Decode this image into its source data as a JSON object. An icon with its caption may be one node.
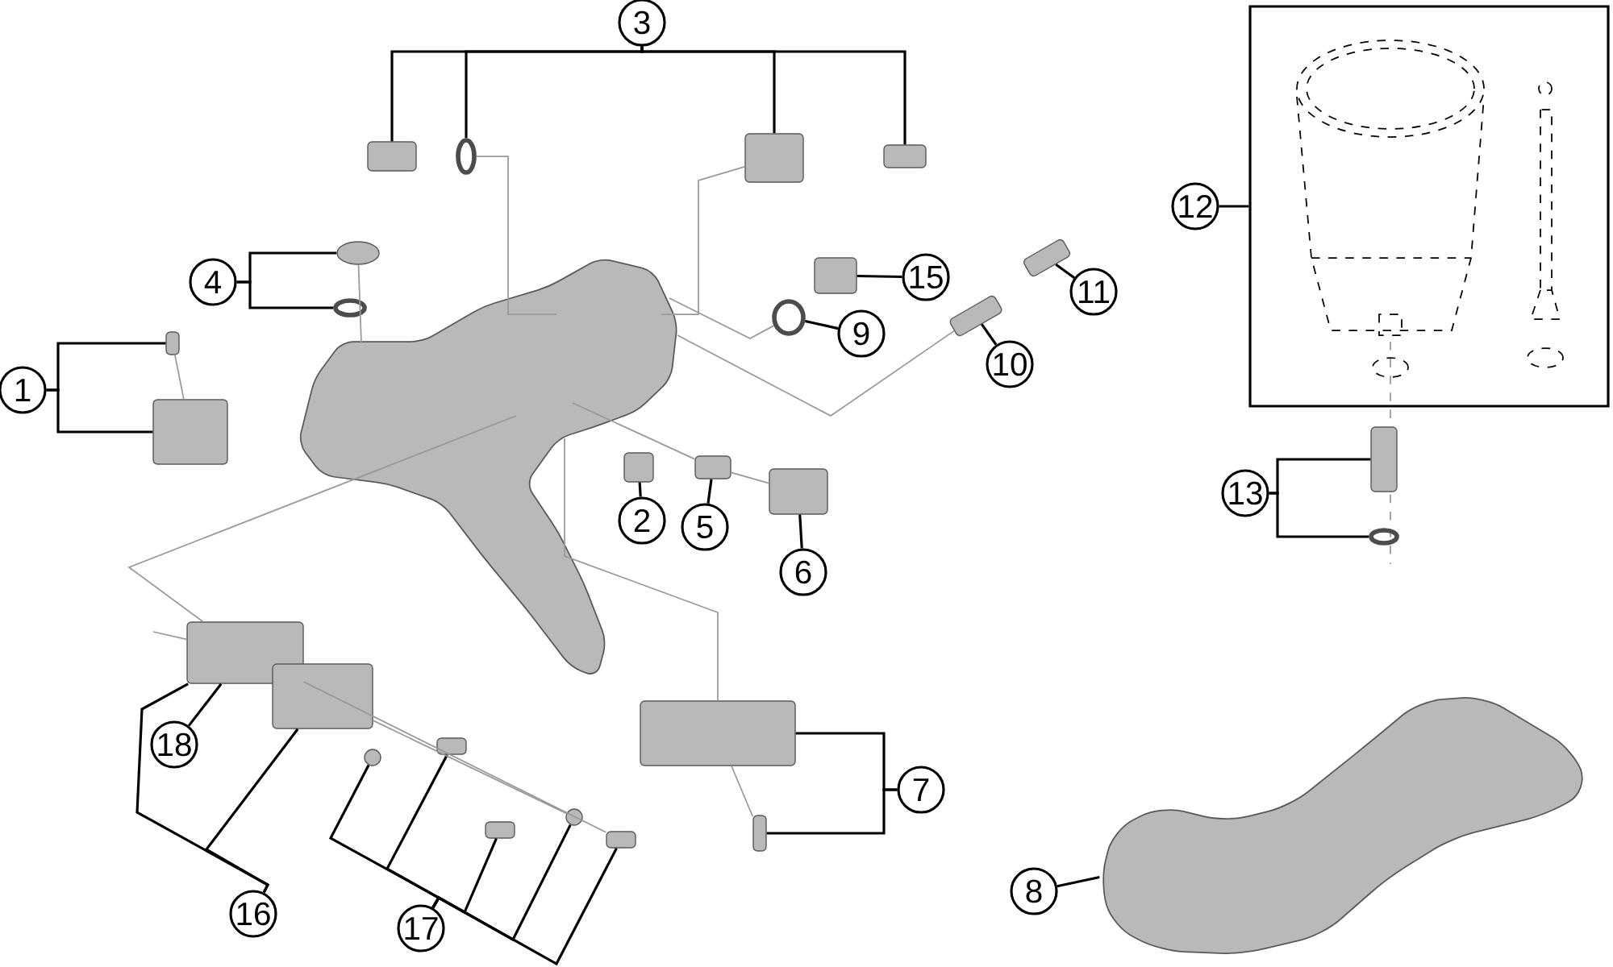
{
  "diagram": {
    "nodes": [
      {
        "text": [
          "3"
        ]
      },
      {
        "text": [],
        "shape": "box"
      },
      {
        "text": [],
        "shape": "box"
      },
      {
        "text": [],
        "shape": "circle"
      },
      {
        "text": [],
        "shape": "box"
      },
      {
        "text": [],
        "shape": "box"
      },
      {
        "text": [
          "12"
        ]
      },
      {
        "text": [],
        "shape": "circle"
      },
      {
        "text": [
          "4"
        ]
      },
      {
        "text": [
          "15"
        ]
      },
      {
        "text": [],
        "shape": "box"
      },
      {
        "text": [],
        "shape": "box"
      },
      {
        "text": [
          "11"
        ]
      },
      {
        "text": [],
        "shape": "circle"
      },
      {
        "text": [
          "9"
        ]
      },
      {
        "text": [],
        "shape": "circle"
      },
      {
        "text": [],
        "shape": "box"
      },
      {
        "text": [],
        "shape": "box"
      },
      {
        "text": [
          "10"
        ]
      },
      {
        "text": [
          "1"
        ]
      },
      {
        "text": [],
        "shape": "box"
      },
      {
        "text": [],
        "shape": "box"
      },
      {
        "text": [],
        "shape": "box"
      },
      {
        "text": [],
        "shape": "box"
      },
      {
        "text": [],
        "shape": "box"
      },
      {
        "text": [
          "13"
        ]
      },
      {
        "text": [
          "2"
        ]
      },
      {
        "text": [
          "5"
        ]
      },
      {
        "text": [],
        "shape": "circle"
      },
      {
        "text": [
          "6"
        ]
      },
      {
        "text": [],
        "shape": "box"
      },
      {
        "text": [],
        "shape": "box"
      },
      {
        "text": [],
        "shape": "box"
      },
      {
        "text": [
          "18"
        ]
      },
      {
        "text": [],
        "shape": "box"
      },
      {
        "text": [],
        "shape": "circle"
      },
      {
        "text": [
          "7"
        ]
      },
      {
        "text": [],
        "shape": "picture"
      },
      {
        "text": [],
        "shape": "circle"
      },
      {
        "text": [],
        "shape": "box"
      },
      {
        "text": [],
        "shape": "box"
      },
      {
        "text": [],
        "shape": "box"
      },
      {
        "text": [
          "8"
        ]
      },
      {
        "text": [
          "16"
        ]
      },
      {
        "text": [
          "17"
        ]
      },
      {
        "text": [],
        "shape": "picture"
      }
    ],
    "edges": [
      {
        "from": 0,
        "to": 2,
        "arrow": "none"
      },
      {
        "from": 0,
        "to": 3,
        "arrow": "none"
      },
      {
        "from": 0,
        "to": 4,
        "arrow": "none"
      },
      {
        "from": 0,
        "to": 5,
        "arrow": "none"
      },
      {
        "from": 6,
        "to": 1,
        "arrow": "none"
      },
      {
        "from": 8,
        "to": 7,
        "arrow": "none"
      },
      {
        "from": 8,
        "to": 15,
        "arrow": "none"
      },
      {
        "from": 9,
        "to": 10,
        "arrow": "none"
      },
      {
        "from": 12,
        "to": 11,
        "arrow": "none"
      },
      {
        "from": 14,
        "to": 13,
        "arrow": "none"
      },
      {
        "from": 18,
        "to": 17,
        "arrow": "none"
      },
      {
        "from": 19,
        "to": 16,
        "arrow": "none"
      },
      {
        "from": 19,
        "to": 20,
        "arrow": "none"
      },
      {
        "from": 25,
        "to": 21,
        "arrow": "none"
      },
      {
        "from": 25,
        "to": 28,
        "arrow": "none"
      },
      {
        "from": 26,
        "to": 22,
        "arrow": "none"
      },
      {
        "from": 27,
        "to": 23,
        "arrow": "none"
      },
      {
        "from": 29,
        "to": 24,
        "arrow": "none"
      },
      {
        "from": 33,
        "to": 30,
        "arrow": "none"
      },
      {
        "from": 43,
        "to": 30,
        "arrow": "none"
      },
      {
        "from": 43,
        "to": 31,
        "arrow": "none"
      },
      {
        "from": 44,
        "to": 35,
        "arrow": "none"
      },
      {
        "from": 44,
        "to": 34,
        "arrow": "none"
      },
      {
        "from": 44,
        "to": 40,
        "arrow": "none"
      },
      {
        "from": 44,
        "to": 38,
        "arrow": "none"
      },
      {
        "from": 44,
        "to": 41,
        "arrow": "none"
      },
      {
        "from": 36,
        "to": 32,
        "arrow": "none"
      },
      {
        "from": 36,
        "to": 39,
        "arrow": "none"
      },
      {
        "from": 42,
        "to": 37,
        "arrow": "none"
      },
      {
        "from": 16,
        "to": 20,
        "arrow": "none",
        "color": "#999999"
      },
      {
        "from": 3,
        "to": 45,
        "arrow": "none",
        "color": "#999999"
      },
      {
        "from": 4,
        "to": 45,
        "arrow": "none",
        "color": "#999999"
      },
      {
        "from": 13,
        "to": 45,
        "arrow": "none",
        "color": "#999999"
      },
      {
        "from": 17,
        "to": 45,
        "arrow": "none",
        "color": "#999999"
      },
      {
        "from": 45,
        "to": 23,
        "arrow": "none",
        "color": "#999999"
      },
      {
        "from": 23,
        "to": 24,
        "arrow": "none",
        "color": "#999999"
      },
      {
        "from": 45,
        "to": 32,
        "arrow": "none",
        "color": "#999999"
      },
      {
        "from": 45,
        "to": 30,
        "arrow": "none",
        "color": "#999999"
      },
      {
        "from": 30,
        "to": 41,
        "arrow": "none",
        "color": "#999999"
      },
      {
        "from": 31,
        "to": 38,
        "arrow": "none",
        "color": "#999999"
      },
      {
        "from": 32,
        "to": 39,
        "arrow": "none",
        "color": "#999999"
      },
      {
        "from": 7,
        "to": 45,
        "arrow": "none",
        "color": "#999999"
      },
      {
        "from": null,
        "to": 30,
        "arrow": "none",
        "color": "#999999"
      }
    ]
  }
}
